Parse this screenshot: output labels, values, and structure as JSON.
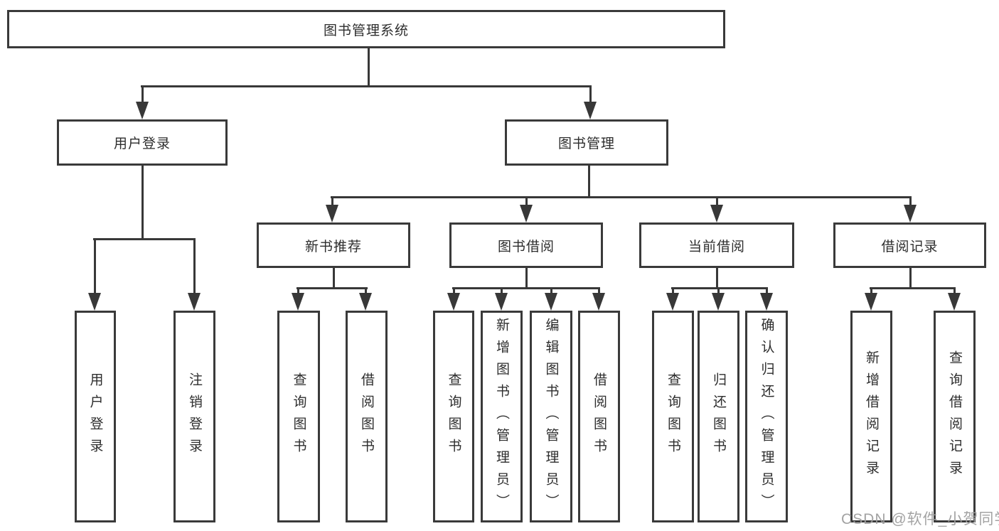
{
  "tree": {
    "label": "图书管理系统",
    "children": [
      {
        "label": "用户登录",
        "children": [
          {
            "label": "用户登录"
          },
          {
            "label": "注销登录"
          }
        ]
      },
      {
        "label": "图书管理",
        "children": [
          {
            "label": "新书推荐",
            "children": [
              {
                "label": "查询图书"
              },
              {
                "label": "借阅图书"
              }
            ]
          },
          {
            "label": "图书借阅",
            "children": [
              {
                "label": "查询图书"
              },
              {
                "label": "新增图书（管理员）"
              },
              {
                "label": "编辑图书（管理员）"
              },
              {
                "label": "借阅图书"
              }
            ]
          },
          {
            "label": "当前借阅",
            "children": [
              {
                "label": "查询图书"
              },
              {
                "label": "归还图书"
              },
              {
                "label": "确认归还（管理员）"
              }
            ]
          },
          {
            "label": "借阅记录",
            "children": [
              {
                "label": "新增借阅记录"
              },
              {
                "label": "查询借阅记录"
              }
            ]
          }
        ]
      }
    ]
  },
  "watermark": {
    "text": "CSDN @软件_小贺同学"
  },
  "colors": {
    "line": "#383838",
    "box_border": "#3a3a3a",
    "box_background": "#ffffff",
    "text": "#2d2d2d",
    "watermark": "#9e9e9e"
  }
}
